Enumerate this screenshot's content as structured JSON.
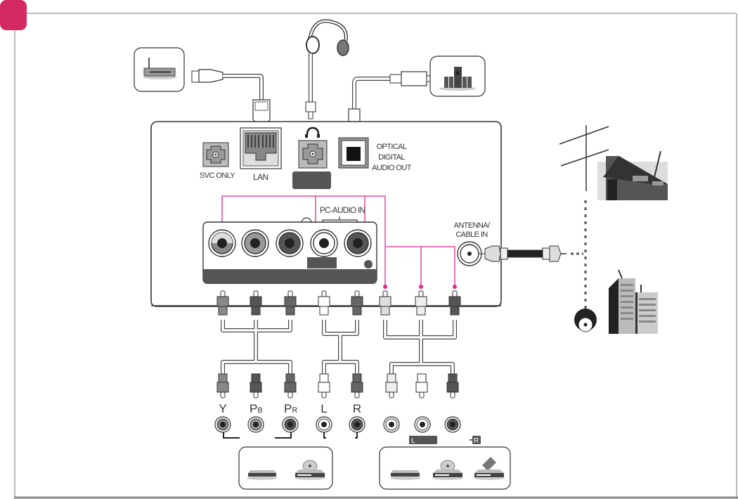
{
  "diagram": {
    "step_badge_color": "#d42a64",
    "accent_color": "#e0288a",
    "frame_color": "#bdbdbd",
    "panel": {
      "ports_top": {
        "svc_only": "SVC ONLY",
        "lan": "LAN",
        "headphone_icon": "headphone-icon",
        "optical": [
          "OPTICAL",
          "DIGITAL",
          "AUDIO OUT"
        ]
      },
      "pc_audio_in": "PC-AUDIO IN",
      "antenna": [
        "ANTENNA/",
        "CABLE IN"
      ]
    },
    "component_labels": {
      "y": "Y",
      "pb_main": "P",
      "pb_sub": "B",
      "pr_main": "P",
      "pr_sub": "R",
      "l": "L",
      "r": "R"
    },
    "av_labels": {
      "l_tag": "L",
      "r_tag": "R"
    },
    "devices": {
      "router": "router-icon",
      "headphones": "headphones-icon",
      "speaker_system": "home-theater-speakers-icon",
      "component_sources": [
        "dvd-player-icon",
        "disc-player-icon"
      ],
      "av_sources": [
        "vcr-icon",
        "disc-player-icon",
        "camcorder-icon"
      ],
      "outdoor_antenna": "outdoor-antenna-house-icon",
      "wall_jack": "coax-wall-jack-icon",
      "cable_building": "apartment-building-icon"
    }
  }
}
